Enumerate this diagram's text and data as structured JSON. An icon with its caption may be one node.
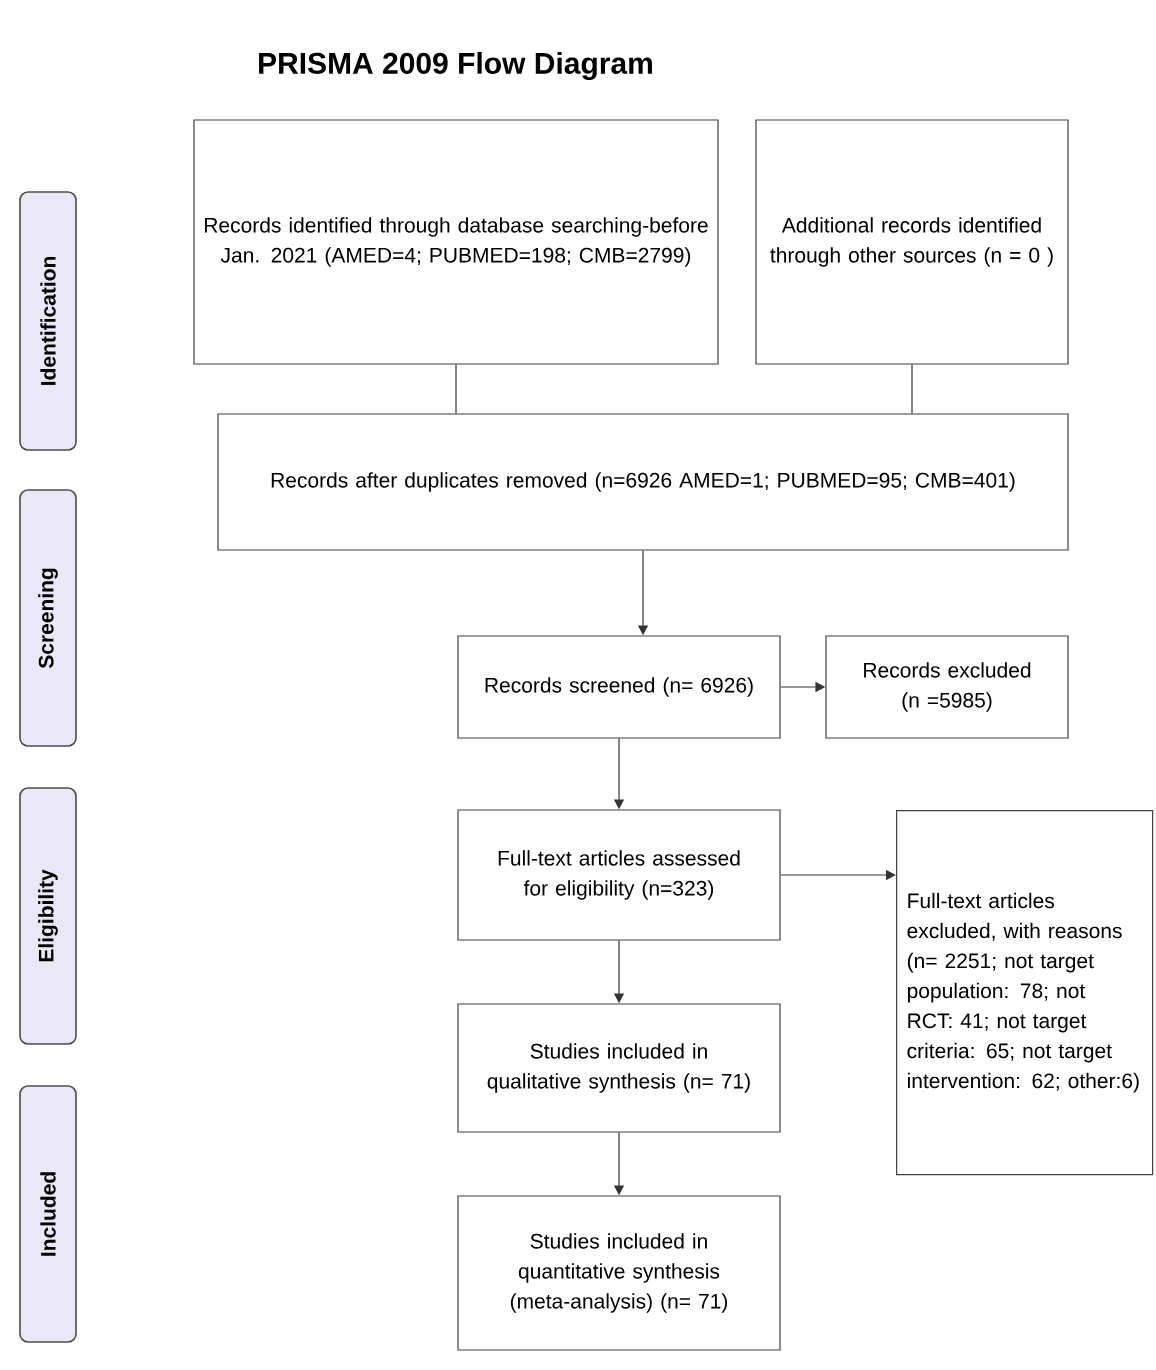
{
  "diagram": {
    "title": "PRISMA 2009 Flow Diagram",
    "nodes": [
      {
        "text": [
          "Records identified through database searching-before Jan. 2021 (AMED=4; PUBMED=198; CMB=2799)"
        ]
      },
      {
        "text": [
          "Additional records identified through other sources (n =  0 )"
        ]
      },
      {
        "text": [
          "Records after duplicates removed (n=6926  AMED=1; PUBMED=95; CMB=401)"
        ]
      },
      {
        "text": [
          "Records screened (n= 6926)"
        ]
      },
      {
        "text": [
          "Records excluded (n =5985)"
        ]
      },
      {
        "text": [
          "Full-text articles assessed for eligibility (n=323)"
        ]
      },
      {
        "text": [
          "Full-text articles excluded, with reasons (n= 2251; not target population: 78; not RCT: 41; not target criteria: 65; not target intervention: 62; other:6)"
        ]
      },
      {
        "text": [
          "Studies included in qualitative synthesis (n= 71)"
        ]
      },
      {
        "text": [
          "Studies included in quantitative synthesis (meta-analysis) (n= 71)"
        ]
      },
      {
        "text": [
          "Identification"
        ]
      },
      {
        "text": [
          "Screening"
        ]
      },
      {
        "text": [
          "Eligibility"
        ]
      },
      {
        "text": [
          "Included"
        ]
      }
    ],
    "edges": [
      {
        "from": 0,
        "to": 2,
        "arrow": "none"
      },
      {
        "from": 1,
        "to": 2,
        "arrow": "none"
      },
      {
        "from": 2,
        "to": 3,
        "arrow": "to"
      },
      {
        "from": 3,
        "to": 4,
        "arrow": "to"
      },
      {
        "from": 3,
        "to": 5,
        "arrow": "to"
      },
      {
        "from": 5,
        "to": 6,
        "arrow": "to"
      },
      {
        "from": 5,
        "to": 7,
        "arrow": "to"
      },
      {
        "from": 7,
        "to": 8,
        "arrow": "to"
      }
    ]
  }
}
